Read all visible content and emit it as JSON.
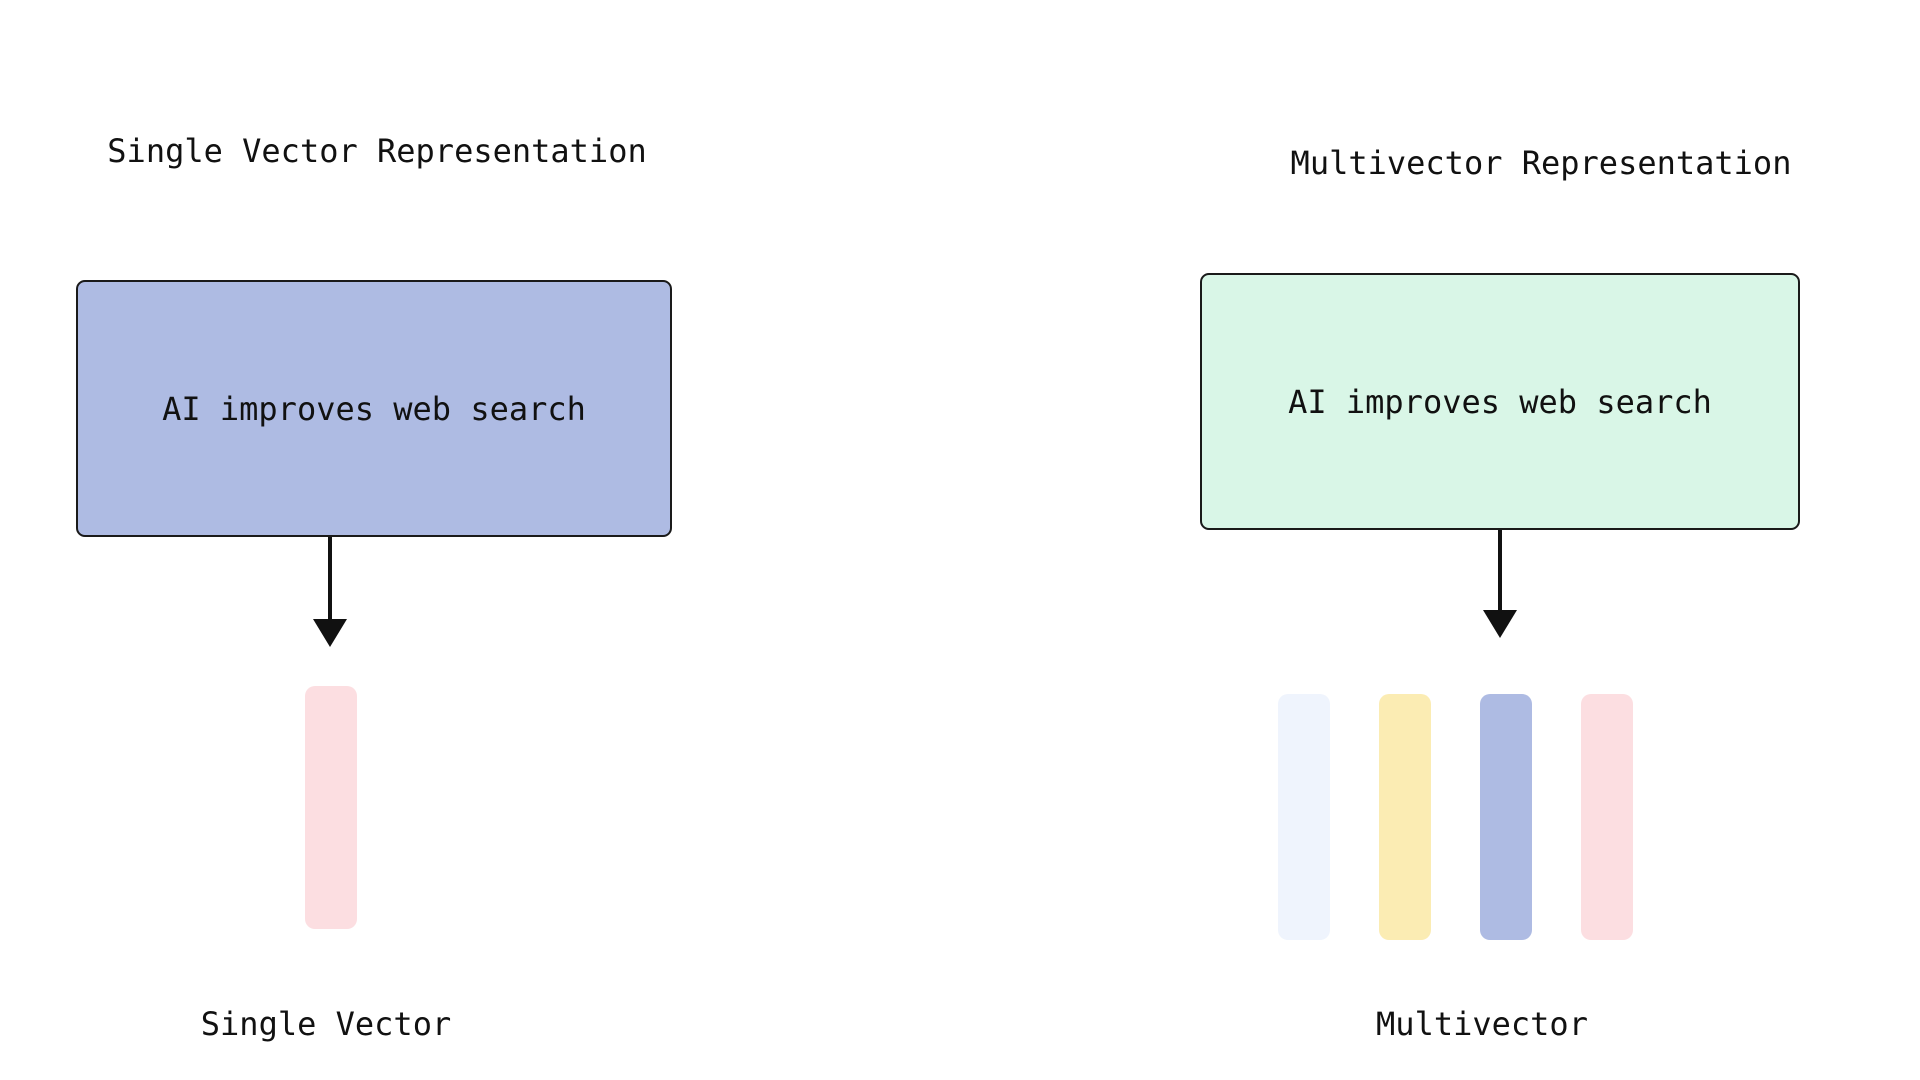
{
  "diagram": {
    "background": "#ffffff",
    "text_color": "#111111",
    "arrow_color": "#111111",
    "left_panel": {
      "title": "Single Vector Representation",
      "box": {
        "label": "AI improves web search",
        "fill": "#aebbe3",
        "border": "#1a1a1a"
      },
      "bars": [
        {
          "name": "single-vector",
          "color": "#fcdee1"
        }
      ],
      "caption": "Single Vector"
    },
    "right_panel": {
      "title": "Multivector Representation",
      "box": {
        "label": "AI improves web search",
        "fill": "#d9f6e7",
        "border": "#1a1a1a"
      },
      "bars": [
        {
          "name": "vector-1",
          "color": "#eff4fd"
        },
        {
          "name": "vector-2",
          "color": "#fbecb3"
        },
        {
          "name": "vector-3",
          "color": "#aebbe3"
        },
        {
          "name": "vector-4",
          "color": "#fcdee1"
        }
      ],
      "caption": "Multivector"
    }
  }
}
